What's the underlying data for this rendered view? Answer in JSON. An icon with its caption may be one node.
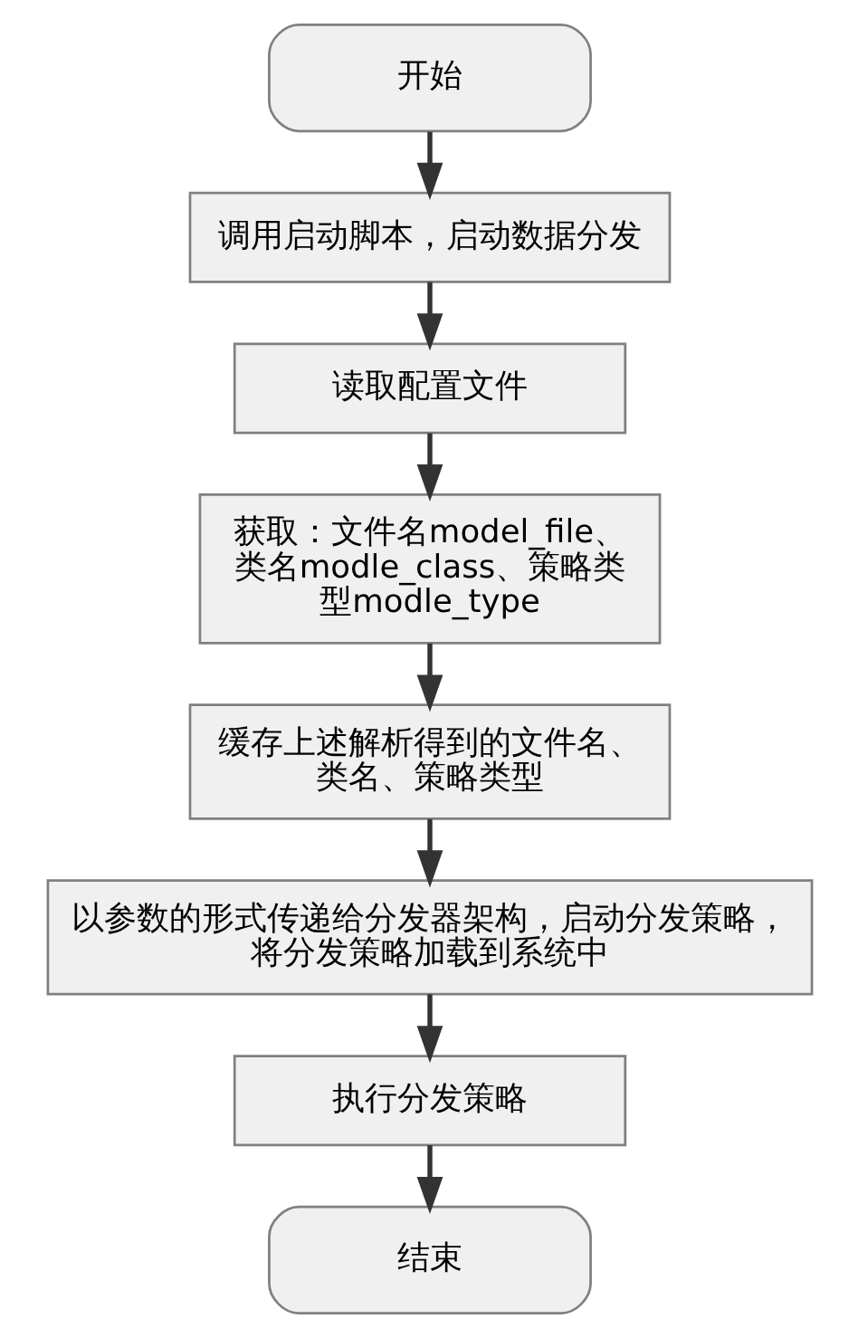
{
  "diagram": {
    "nodes": [
      {
        "text": [
          "开始"
        ]
      },
      {
        "text": [
          "调用启动脚本，启动数据分发"
        ]
      },
      {
        "text": [
          "读取配置文件"
        ]
      },
      {
        "text": [
          "获取：文件名model_file、类名modle_class、策略类型modle_type"
        ]
      },
      {
        "text": [
          "缓存上述解析得到的文件名、类名、策略类型"
        ]
      },
      {
        "text": [
          "以参数的形式传递给分发器架构，启动分发策略，将分发策略加载到系统中"
        ]
      },
      {
        "text": [
          "执行分发策略"
        ]
      },
      {
        "text": [
          "结束"
        ]
      }
    ],
    "edges": [
      {
        "from": 0,
        "to": 1,
        "arrow": "to"
      },
      {
        "from": 1,
        "to": 2,
        "arrow": "to"
      },
      {
        "from": 2,
        "to": 3,
        "arrow": "to"
      },
      {
        "from": 3,
        "to": 4,
        "arrow": "to"
      },
      {
        "from": 4,
        "to": 5,
        "arrow": "to"
      },
      {
        "from": 5,
        "to": 6,
        "arrow": "to"
      },
      {
        "from": 6,
        "to": 7,
        "arrow": "to"
      }
    ]
  }
}
